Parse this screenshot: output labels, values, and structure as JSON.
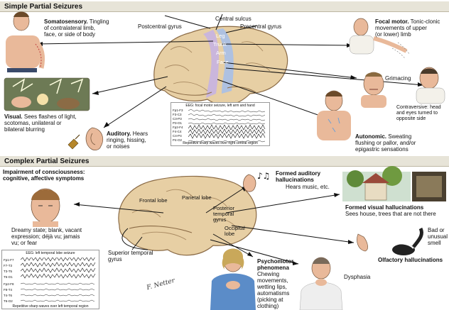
{
  "sections": {
    "simple": "Simple Partial Seizures",
    "complex": "Complex Partial Seizures"
  },
  "brain_top": {
    "central_sulcus": "Central sulcus",
    "postcentral": "Postcentral gyrus",
    "precentral": "Precentral gyrus",
    "regions": [
      "Leg",
      "Trunk",
      "Arm",
      "Face"
    ]
  },
  "simple": {
    "somatosensory_title": "Somatosensory.",
    "somatosensory_text": [
      "Tingling",
      "of contralateral limb,",
      "face, or side of body"
    ],
    "focal_title": "Focal motor.",
    "focal_text": [
      "Tonic-clonic",
      "movements of upper",
      "(or lower) limb"
    ],
    "grimacing": "Grimacing",
    "contraversive": [
      "Contraversive: head",
      "and eyes turned to",
      "opposite side"
    ],
    "visual_title": "Visual.",
    "visual_text": [
      "Sees flashes of light,",
      "scotomas, unilateral or",
      "bilateral blurring"
    ],
    "auditory_title": "Auditory.",
    "auditory_text": [
      "Hears",
      "ringing, hissing,",
      "or noises"
    ],
    "autonomic_title": "Autonomic.",
    "autonomic_text": [
      "Sweating",
      "flushing or pallor, and/or",
      "epigastric sensations"
    ]
  },
  "eeg1": {
    "title": "EEG: focal motor seizure, left arm and hand",
    "leads": [
      "Fp1-F3",
      "F3-C3",
      "C3-P3",
      "P3-O1",
      "Fp2-F4",
      "F4-C4",
      "C4-P4",
      "P4-O2"
    ],
    "caption": "Repetitive sharp waves over right central region"
  },
  "complex": {
    "impairment": [
      "Impairment of consciousness:",
      "cognitive, affective symptoms"
    ],
    "dreamy": [
      "Dreamy state; blank, vacant",
      "expression; déjà vu; jamais",
      "vu; or fear"
    ],
    "aud_title": [
      "Formed auditory",
      "hallucinations"
    ],
    "aud_text": "Hears music, etc.",
    "vis_title": "Formed visual hallucinations",
    "vis_text": "Sees house, trees that are not there",
    "smell": [
      "Bad or",
      "unusual",
      "smell"
    ],
    "olfactory": "Olfactory hallucinations",
    "psycho_title": [
      "Psychomotor",
      "phenomena"
    ],
    "psycho_text": [
      "Chewing",
      "movements,",
      "wetting lips,",
      "automatisms",
      "(picking at",
      "clothing)"
    ],
    "dysphasia": "Dysphasia"
  },
  "brain_bottom": {
    "frontal": "Frontal lobe",
    "parietal": "Parietal lobe",
    "posterior": [
      "Posterior",
      "temporal",
      "gyrus"
    ],
    "occipital": [
      "Occipital",
      "lobe"
    ],
    "superior": [
      "Superior temporal",
      "gyrus"
    ]
  },
  "eeg2": {
    "title": "EEG: left temporal lobe seizure",
    "leads": [
      "Fp1-F7",
      "F7-T3",
      "T3-T5",
      "T5-O1",
      "Fp2-F8",
      "F8-T4",
      "T4-T6",
      "T6-O2"
    ],
    "caption": "Repetitive sharp waves over left temporal region"
  },
  "signature": "F. Netter",
  "colors": {
    "header_bg": "#e7e4d8",
    "skin": "#e9b99a",
    "brain": "#e7cfa4",
    "postcentral": "#c7b3e2",
    "precentral": "#a7bfe8"
  }
}
